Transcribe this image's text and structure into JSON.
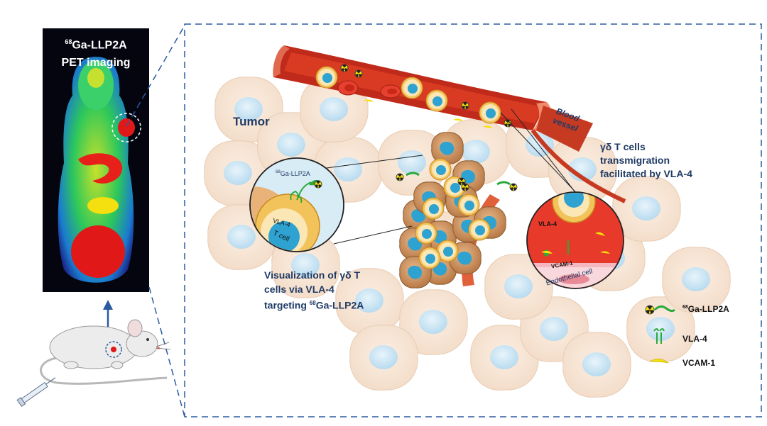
{
  "pet": {
    "title_sup": "68",
    "title": "Ga-LLP2A",
    "subtitle": "PET imaging"
  },
  "labels": {
    "tumor": "Tumor",
    "blood_vessel_1": "Blood",
    "blood_vessel_2": "vessel",
    "transmigration_1": "γδ T cells",
    "transmigration_2": "transmigration",
    "transmigration_3": "facilitated by VLA-4",
    "visualization_1": "Visualization of γδ T",
    "visualization_2": "cells via VLA-4",
    "visualization_3_prefix": "targeting ",
    "visualization_3_sup": "68",
    "visualization_3_suffix": "Ga-LLP2A",
    "zoom_left_sup": "68",
    "zoom_left_probe": "Ga-LLP2A",
    "zoom_left_vla4": "VLA-4",
    "zoom_left_tcell": "T cell",
    "zoom_right_vla4": "VLA-4",
    "zoom_right_vcam": "VCAM-1",
    "zoom_right_endo": "Endothelial cell"
  },
  "legend": [
    {
      "sup": "68",
      "label": "Ga-LLP2A",
      "icon": "radioactive-probe-icon"
    },
    {
      "sup": "",
      "label": "VLA-4",
      "icon": "integrin-receptor-icon"
    },
    {
      "sup": "",
      "label": "VCAM-1",
      "icon": "yellow-crescent-icon"
    }
  ],
  "colors": {
    "frame": "#2b5aa0",
    "vessel": "#d2321f",
    "tcell_outer": "#f2c35a",
    "tcell_nucleus": "#2ea2d0",
    "ligand_green": "#2aa83a",
    "vcam_yellow": "#f5e10a",
    "text_blue": "#1f3a64"
  }
}
